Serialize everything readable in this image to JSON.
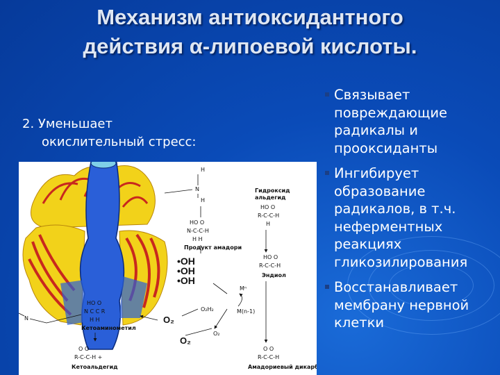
{
  "title": {
    "line1": "Механизм антиоксидантного",
    "line2": "действия α-липоевой кислоты."
  },
  "left": {
    "line1": "2. Уменьшает",
    "line2": "окислительный стресс:"
  },
  "bullets": [
    {
      "lines": [
        "Связывает",
        "повреждающие",
        "радикалы и",
        "прооксиданты"
      ]
    },
    {
      "lines": [
        "Ингибирует",
        "образование",
        "радикалов, в т.ч.",
        "неферментных",
        "реакциях",
        "гликозилирования"
      ]
    },
    {
      "lines": [
        "Восстанавливает",
        "мембрану нервной",
        "клетки"
      ]
    }
  ],
  "figure": {
    "hydroxy_label_1": "Гидроксид",
    "hydroxy_label_2": "альдегид",
    "hydroxy_formula_1": "HO O",
    "hydroxy_formula_2": "R-C-C-H",
    "hydroxy_formula_3": "H",
    "amadori_formula_1": "HO O",
    "amadori_formula_2": "N-C-C-H",
    "amadori_formula_3": "H H",
    "amadori_label": "Продукт амадори",
    "enediol_formula_1": "HO O",
    "enediol_formula_2": "R-C-C-H",
    "enediol_label": "Эндиол",
    "h_top": "H",
    "n_top": "N",
    "h_bottom": "H",
    "oh1": "•OH",
    "oh2": "•OH",
    "oh3": "•OH",
    "mn": "Mⁿ",
    "mn1": "M(n-1)",
    "h2o2": "O₂H₂",
    "o2_left": "O₂",
    "o2_bottom": "O₂",
    "o2_right": "O₂",
    "keto_formula_1": "HO O",
    "keto_formula_2": "N C C R",
    "keto_formula_3": "H H",
    "keto_label": "Кетоаминометил",
    "ketoald_formula_1": "O O",
    "ketoald_formula_2": "R-C-C-H +",
    "ketoald_label": "Кетоальдегид",
    "dicarbonyl_formula_1": "O O",
    "dicarbonyl_formula_2": "R-C-C-H",
    "dicarbonyl_label": "Амадориевый дикарбонил",
    "n_left": "N"
  },
  "colors": {
    "background": "#0a4bb8",
    "title": "#dfe7f3",
    "bullet_marker": "#1b3f86",
    "nerve_blue": "#2a5fd8",
    "myelin_yellow": "#f2d21a",
    "myelin_red": "#c8281e"
  }
}
